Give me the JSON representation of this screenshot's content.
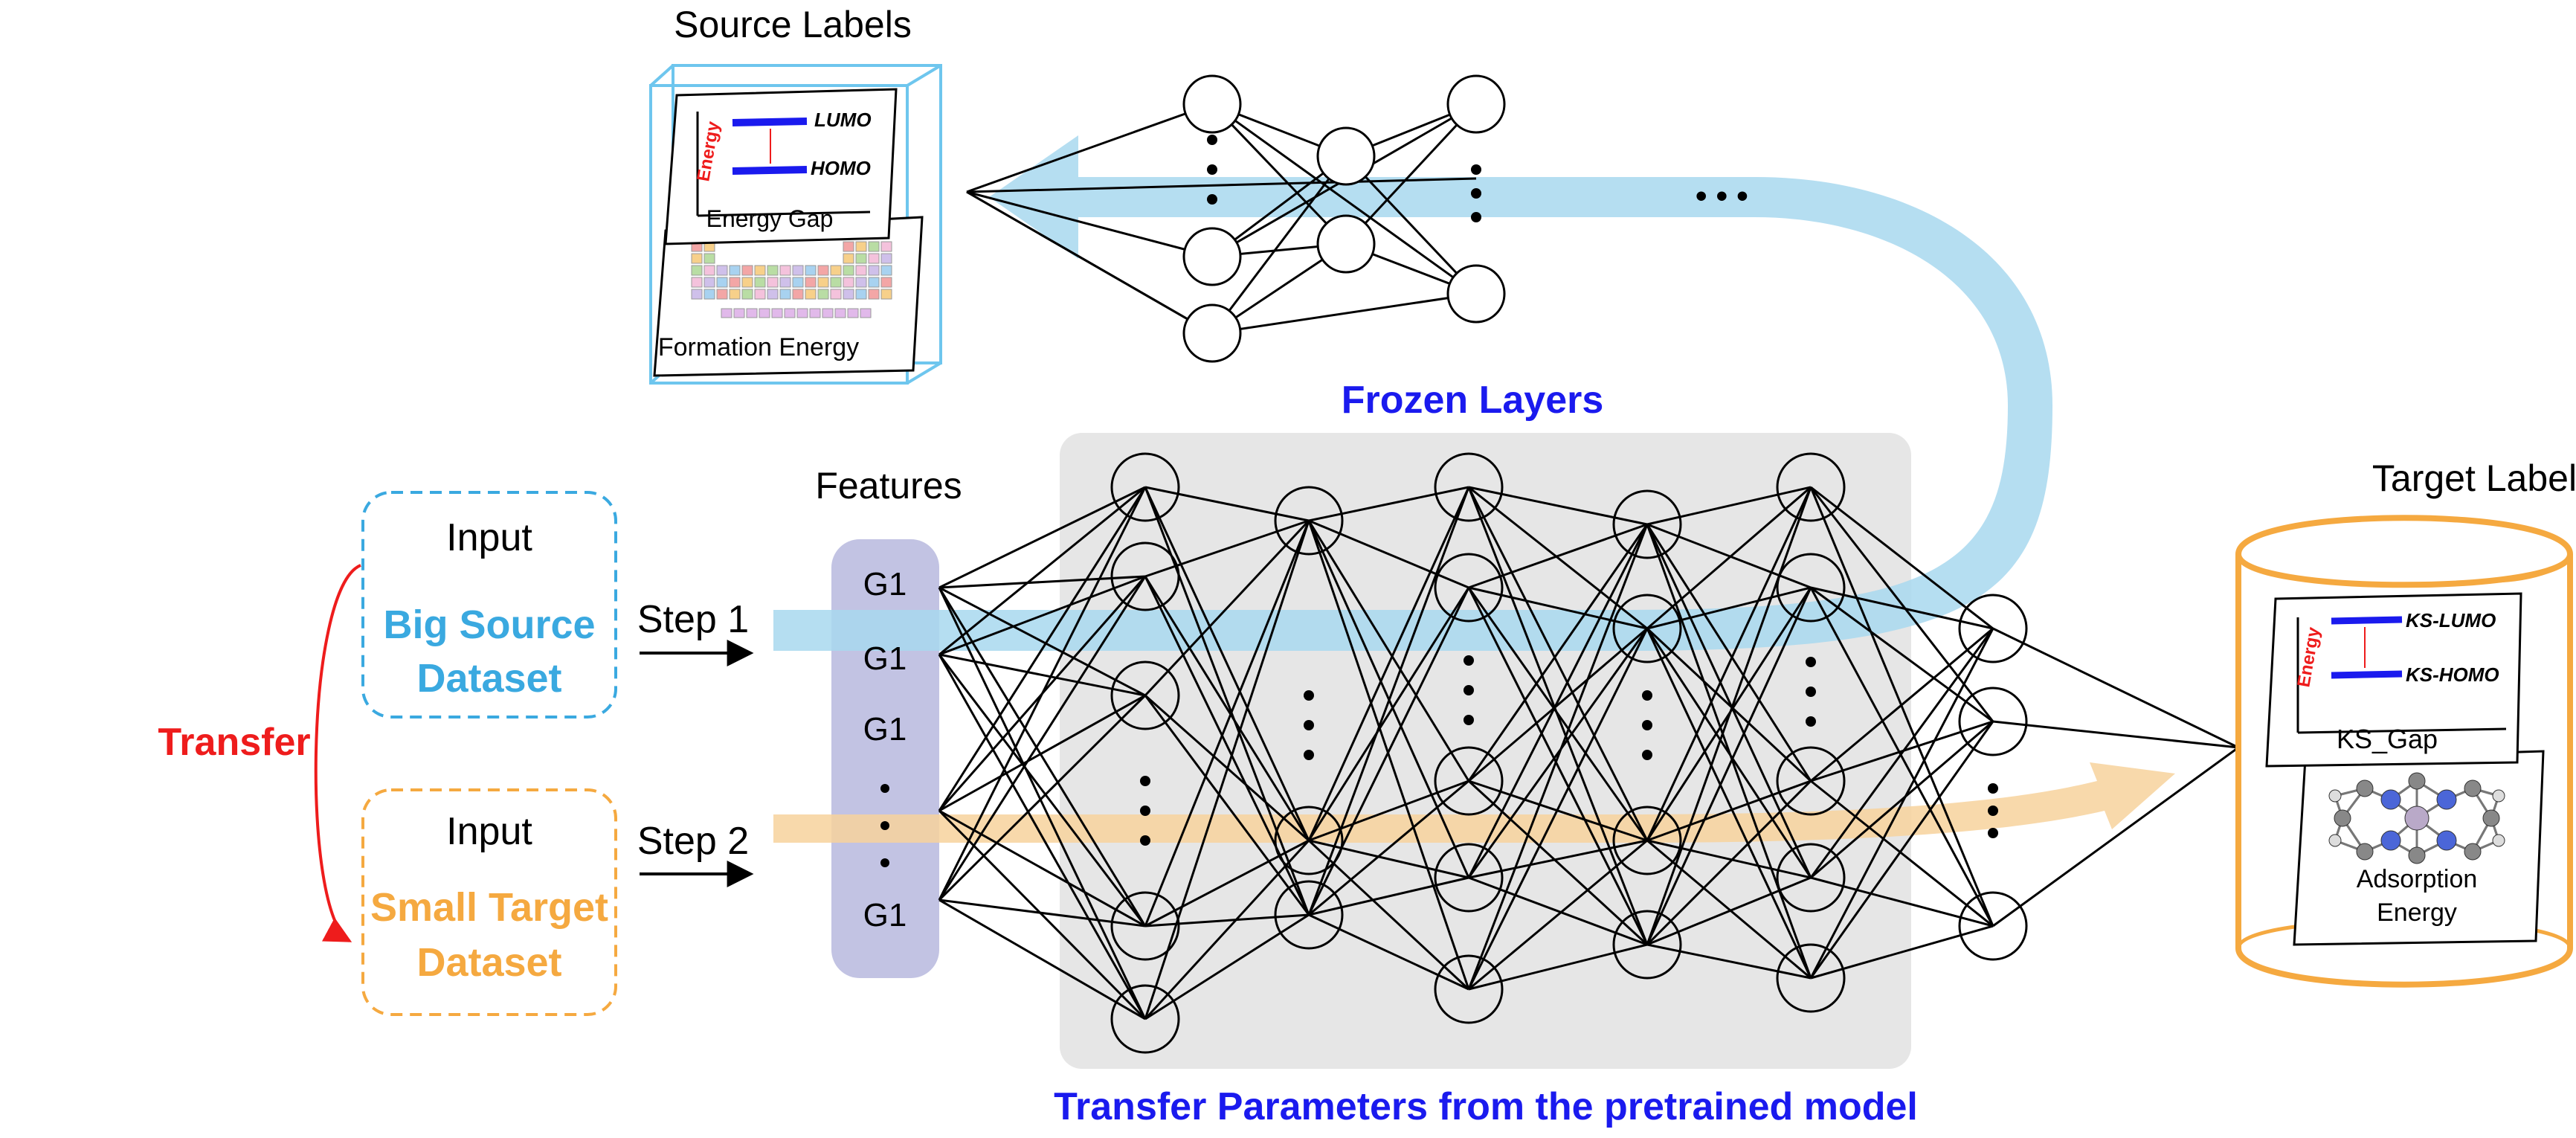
{
  "source_labels": {
    "title": "Source Labels",
    "energy_axis": "Energy",
    "lumo": "LUMO",
    "homo": "HOMO",
    "energy_gap": "Energy Gap",
    "formation_energy": "Formation Energy"
  },
  "target_labels": {
    "title": "Target Labels",
    "energy_axis": "Energy",
    "ks_lumo": "KS-LUMO",
    "ks_homo": "KS-HOMO",
    "ks_gap": "KS_Gap",
    "adsorption_line1": "Adsorption",
    "adsorption_line2": "Energy"
  },
  "frozen_layers": "Frozen Layers",
  "features": {
    "title": "Features",
    "items": [
      "G1",
      "G1",
      "G1",
      "G1"
    ]
  },
  "inputs": {
    "source_input": "Input",
    "source_line1": "Big Source",
    "source_line2": "Dataset",
    "target_input": "Input",
    "target_line1": "Small Target",
    "target_line2": "Dataset"
  },
  "steps": {
    "step1": "Step 1",
    "step2": "Step 2"
  },
  "transfer": "Transfer",
  "ellipsis": "• • •",
  "bottom_caption": "Transfer Parameters from the pretrained model",
  "colors": {
    "source_blue": "#3aa9e0",
    "target_orange": "#f5a940",
    "transfer_red": "#ee1c1c",
    "frozen_blue": "#1a1aee",
    "band_blue": "#a8d8ef",
    "band_orange": "#f7d29c",
    "panel_gray": "#e6e6e6",
    "feature_purple": "#c2c3e3"
  }
}
